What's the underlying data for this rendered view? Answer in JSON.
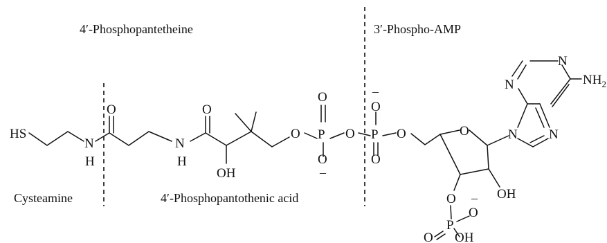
{
  "regions": {
    "phosphopantetheine": "4′-Phosphopantetheine",
    "phospho_amp": "3′-Phospho-AMP",
    "cysteamine": "Cysteamine",
    "phosphopantothenic_acid": "4′-Phosphopantothenic acid"
  },
  "atoms": {
    "hs": "HS",
    "n1": "N",
    "h1": "H",
    "o_amide1": "O",
    "n2": "N",
    "h2": "H",
    "o_amide2": "O",
    "oh1": "OH",
    "o_ester1": "O",
    "p1": "P",
    "p1_o_top": "O",
    "p1_o_bottom": "O",
    "p1_charge": "–",
    "o_bridge": "O",
    "p2": "P",
    "p2_o_top": "O",
    "p2_o_bottom": "O",
    "p2_charge": "–",
    "o_ester2": "O",
    "o_ring": "O",
    "n9": "N",
    "n7": "N",
    "n3": "N",
    "n1_purine": "N",
    "nh2": "NH",
    "nh2_sub": "2",
    "oh2": "OH",
    "o3": "O",
    "p3": "P",
    "p3_o_right": "O",
    "p3_o_left": "O",
    "p3_oh": "OH",
    "p3_charge": "–"
  }
}
